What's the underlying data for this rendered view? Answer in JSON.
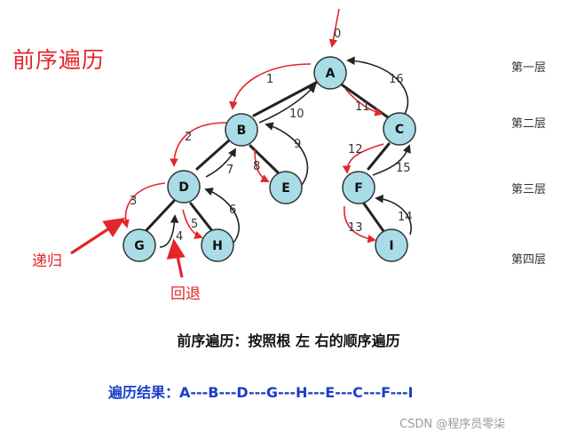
{
  "title": "前序遍历",
  "levels": [
    "第一层",
    "第二层",
    "第三层",
    "第四层"
  ],
  "labels": {
    "recursion": "递归",
    "backtrack": "回退"
  },
  "description": "前序遍历：按照根 左 右的顺序遍历",
  "result": "遍历结果：A---B---D---G---H---E---C---F---I",
  "watermark": "CSDN @程序员零柒",
  "colors": {
    "node_fill": "#a8dde7",
    "edge": "#222222",
    "red": "#e3262b",
    "blue_text": "#1a3fc7"
  },
  "nodes": [
    {
      "id": "A",
      "label": "A"
    },
    {
      "id": "B",
      "label": "B"
    },
    {
      "id": "C",
      "label": "C"
    },
    {
      "id": "D",
      "label": "D"
    },
    {
      "id": "E",
      "label": "E"
    },
    {
      "id": "F",
      "label": "F"
    },
    {
      "id": "G",
      "label": "G"
    },
    {
      "id": "H",
      "label": "H"
    },
    {
      "id": "I",
      "label": "I"
    }
  ],
  "edges": [
    {
      "from": "A",
      "to": "B"
    },
    {
      "from": "A",
      "to": "C"
    },
    {
      "from": "B",
      "to": "D"
    },
    {
      "from": "B",
      "to": "E"
    },
    {
      "from": "D",
      "to": "G"
    },
    {
      "from": "D",
      "to": "H"
    },
    {
      "from": "C",
      "to": "F"
    },
    {
      "from": "F",
      "to": "I"
    }
  ],
  "steps": [
    "0",
    "1",
    "2",
    "3",
    "4",
    "5",
    "6",
    "7",
    "8",
    "9",
    "10",
    "11",
    "12",
    "13",
    "14",
    "15",
    "16"
  ]
}
